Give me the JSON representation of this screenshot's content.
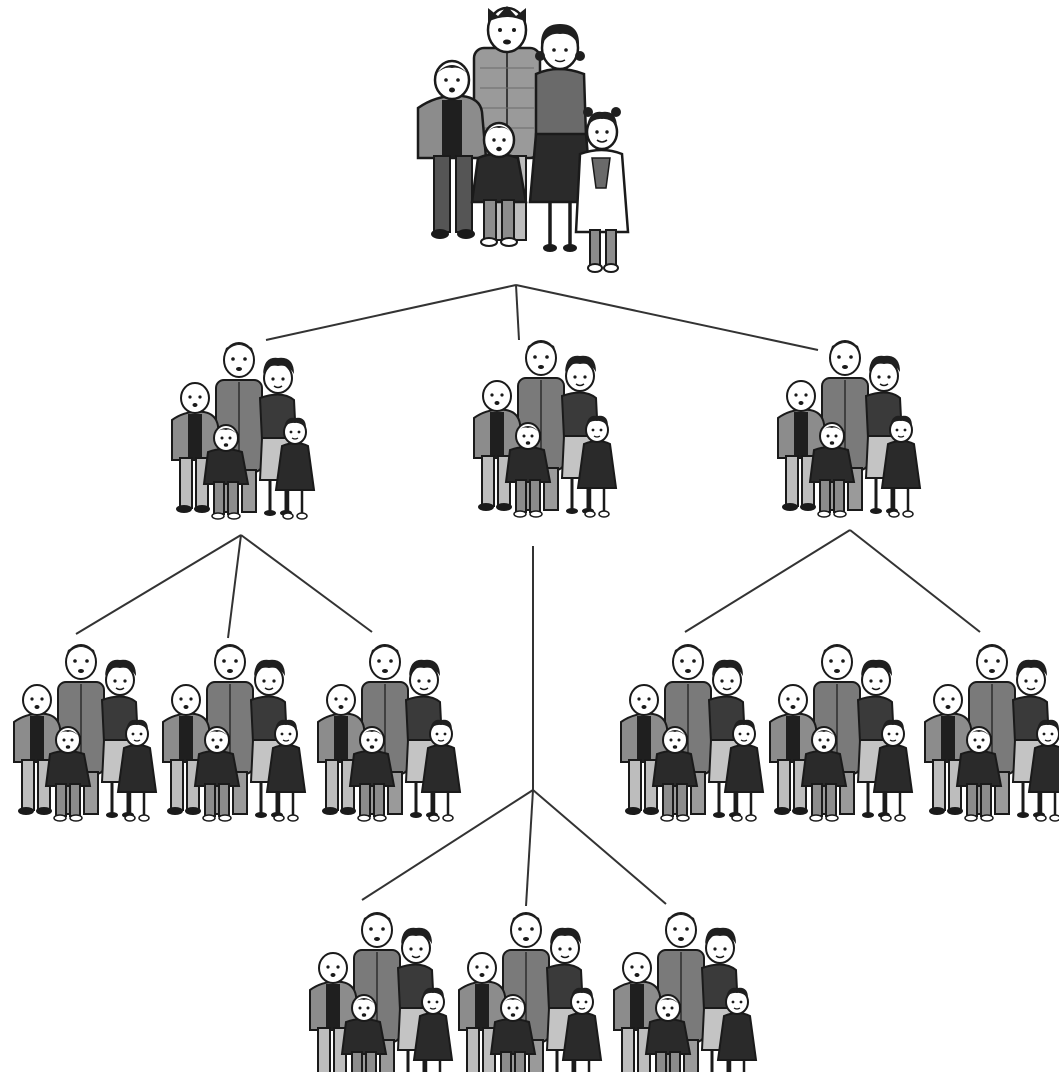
{
  "diagram": {
    "type": "family-tree",
    "root": {
      "id": "root-family",
      "members": [
        "boy-jacket",
        "father",
        "mother",
        "little-boy",
        "little-girl"
      ],
      "children": [
        {
          "id": "family-gen2-left",
          "children": [
            {
              "id": "family-gen3-left-1"
            },
            {
              "id": "family-gen3-left-2"
            },
            {
              "id": "family-gen3-left-3"
            }
          ]
        },
        {
          "id": "family-gen2-center",
          "children": [
            {
              "id": "family-gen3-center-1"
            },
            {
              "id": "family-gen3-center-2"
            },
            {
              "id": "family-gen3-center-3"
            }
          ]
        },
        {
          "id": "family-gen2-right",
          "children": [
            {
              "id": "family-gen3-right-1"
            },
            {
              "id": "family-gen3-right-2"
            },
            {
              "id": "family-gen3-right-3"
            }
          ]
        }
      ]
    },
    "colors": {
      "line": "#333333",
      "outline": "#1a1a1a",
      "skin": "#ffffff",
      "jacket": "#8c8c8c",
      "shirt": "#7a7a7a",
      "pants_light": "#bdbdbd",
      "pants_dark": "#555555",
      "dress": "#2a2a2a",
      "skirt_light": "#c4c4c4",
      "hair": "#1f1f1f"
    },
    "icons": {
      "family_group": "family-group-icon",
      "connector": "connector-line"
    }
  }
}
